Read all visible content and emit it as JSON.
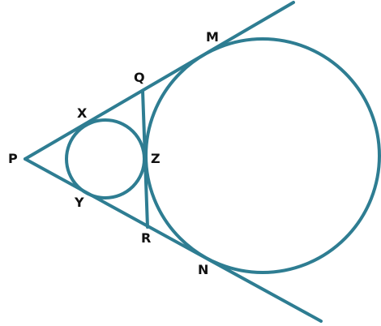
{
  "colors": {
    "stroke": "#2E7D92",
    "label": "#111111",
    "background": "#ffffff"
  },
  "labels": {
    "P": "P",
    "X": "X",
    "Q": "Q",
    "M": "M",
    "Y": "Y",
    "R": "R",
    "N": "N",
    "Z": "Z"
  }
}
